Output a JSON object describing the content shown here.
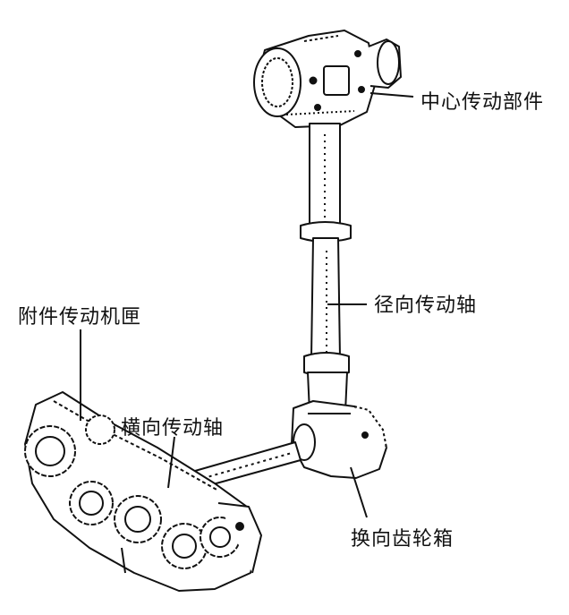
{
  "labels": {
    "center_drive": "中心传动部件",
    "radial_shaft": "径向传动轴",
    "accessory_gearbox": "附件传动机匣",
    "horizontal_shaft": "横向传动轴",
    "transfer_gearbox": "换向齿轮箱"
  },
  "colors": {
    "ink": "#111111",
    "background": "#ffffff"
  }
}
